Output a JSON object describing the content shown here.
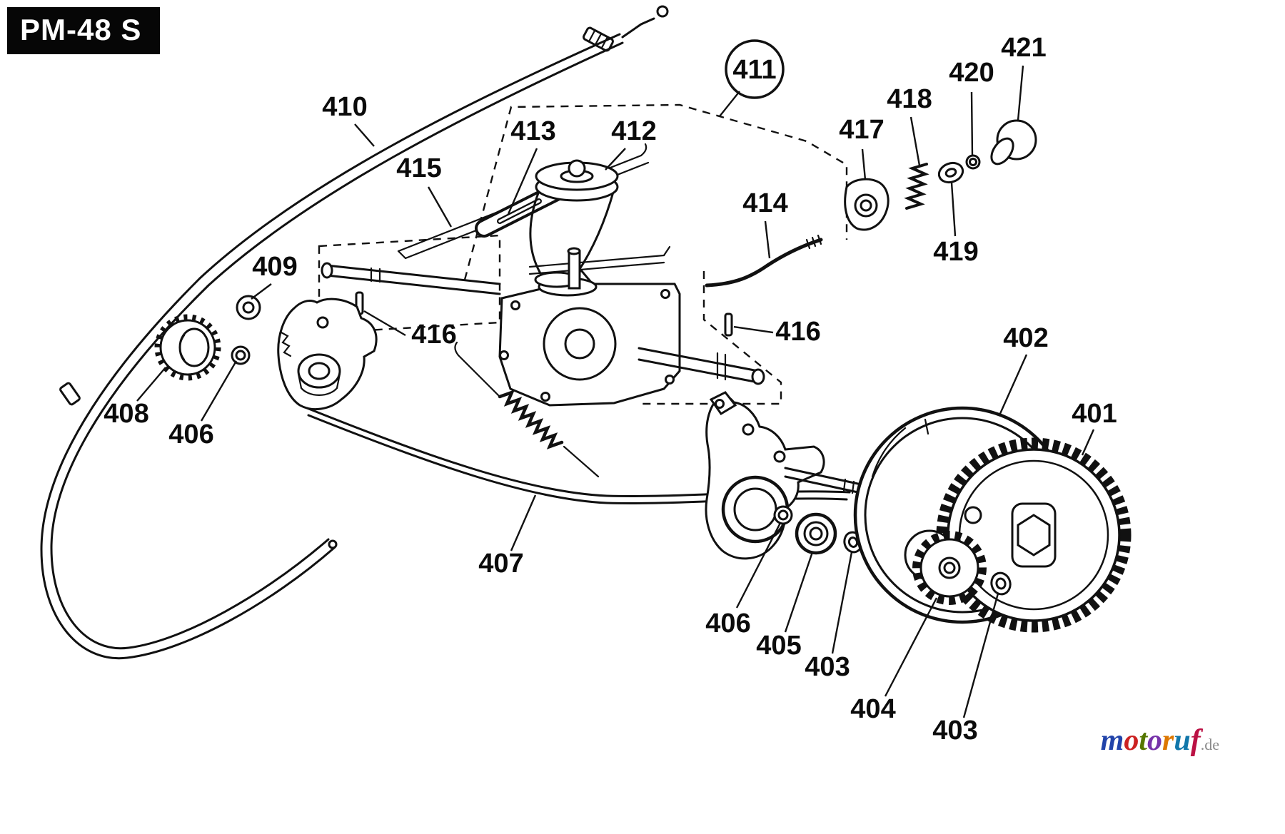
{
  "page": {
    "title": "PM-48 S"
  },
  "watermark": {
    "word": "motoruf",
    "suffix": ".de",
    "letters": [
      {
        "char": "m",
        "color": "#2244aa"
      },
      {
        "char": "o",
        "color": "#cc2222"
      },
      {
        "char": "t",
        "color": "#557700"
      },
      {
        "char": "o",
        "color": "#7733aa"
      },
      {
        "char": "r",
        "color": "#dd7700"
      },
      {
        "char": "u",
        "color": "#1177aa"
      },
      {
        "char": "f",
        "color": "#bb1144"
      }
    ]
  },
  "diagram": {
    "type": "exploded-parts-diagram",
    "description": "Exploded parts diagram of the PM-48 S lawn mower drive / transmission assembly",
    "labels": {
      "l401": "401",
      "l402": "402",
      "l403a": "403",
      "l403b": "403",
      "l404": "404",
      "l405": "405",
      "l406a": "406",
      "l406b": "406",
      "l407": "407",
      "l408": "408",
      "l409": "409",
      "l410": "410",
      "l411": "411",
      "l412": "412",
      "l413": "413",
      "l414": "414",
      "l415": "415",
      "l416a": "416",
      "l416b": "416",
      "l417": "417",
      "l418": "418",
      "l419": "419",
      "l420": "420",
      "l421": "421"
    }
  }
}
